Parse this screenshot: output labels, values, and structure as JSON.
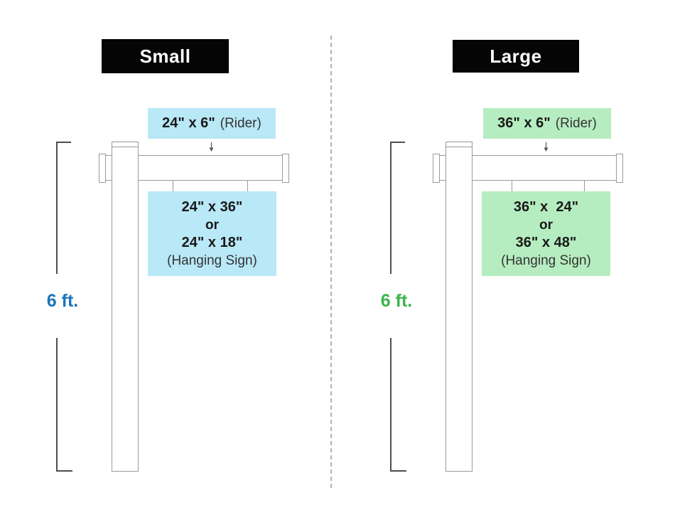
{
  "colors": {
    "small_accent": "#b9e8f7",
    "large_accent": "#b6edc0",
    "small_height_text": "#1b75bc",
    "large_height_text": "#3ab54a",
    "header_background": "#050505",
    "header_text": "#ffffff",
    "post_outline": "#9a9a9a",
    "bracket_line": "#4d4d4d",
    "divider_line": "#b3b3b3"
  },
  "panels": [
    {
      "title": "Small",
      "height_label": "6 ft.",
      "rider": {
        "dimensions": "24\" x 6\"",
        "label": "(Rider)"
      },
      "hanging_sign": {
        "option1": "24\" x 36\"",
        "conjunction": "or",
        "option2": "24\" x 18\"",
        "label": "(Hanging Sign)"
      }
    },
    {
      "title": "Large",
      "height_label": "6 ft.",
      "rider": {
        "dimensions": "36\" x 6\"",
        "label": "(Rider)"
      },
      "hanging_sign": {
        "option1": "36\" x  24\"",
        "conjunction": "or",
        "option2": "36\" x 48\"",
        "label": "(Hanging Sign)"
      }
    }
  ]
}
